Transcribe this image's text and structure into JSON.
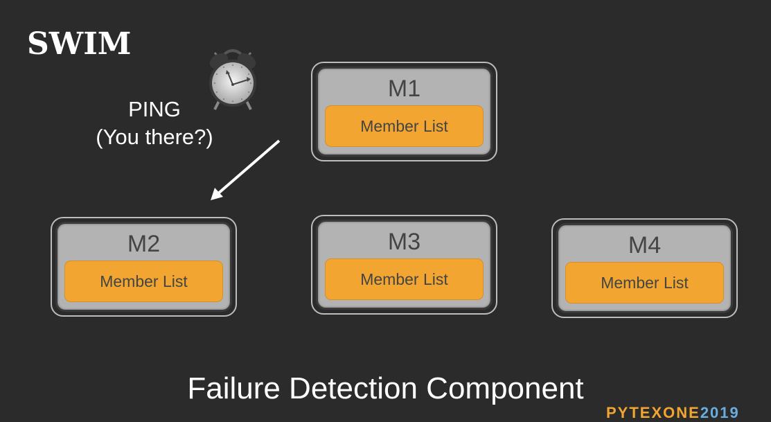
{
  "slide": {
    "title": "SWIM",
    "ping_label": "PING",
    "ping_question": "(You there?)",
    "caption": "Failure Detection Component",
    "icons": {
      "clock": "alarm-clock-icon",
      "arrow": "arrow-down-left-icon"
    },
    "logo": {
      "part1": "PYTEXONE",
      "part2": "2019"
    }
  },
  "nodes": [
    {
      "name": "M1",
      "list_label": "Member List"
    },
    {
      "name": "M2",
      "list_label": "Member List"
    },
    {
      "name": "M3",
      "list_label": "Member List"
    },
    {
      "name": "M4",
      "list_label": "Member List"
    }
  ],
  "colors": {
    "background": "#2b2b2b",
    "node_body": "#b3b3b3",
    "member_list": "#f2a631",
    "text_dark": "#444444",
    "text_light": "#ffffff"
  }
}
